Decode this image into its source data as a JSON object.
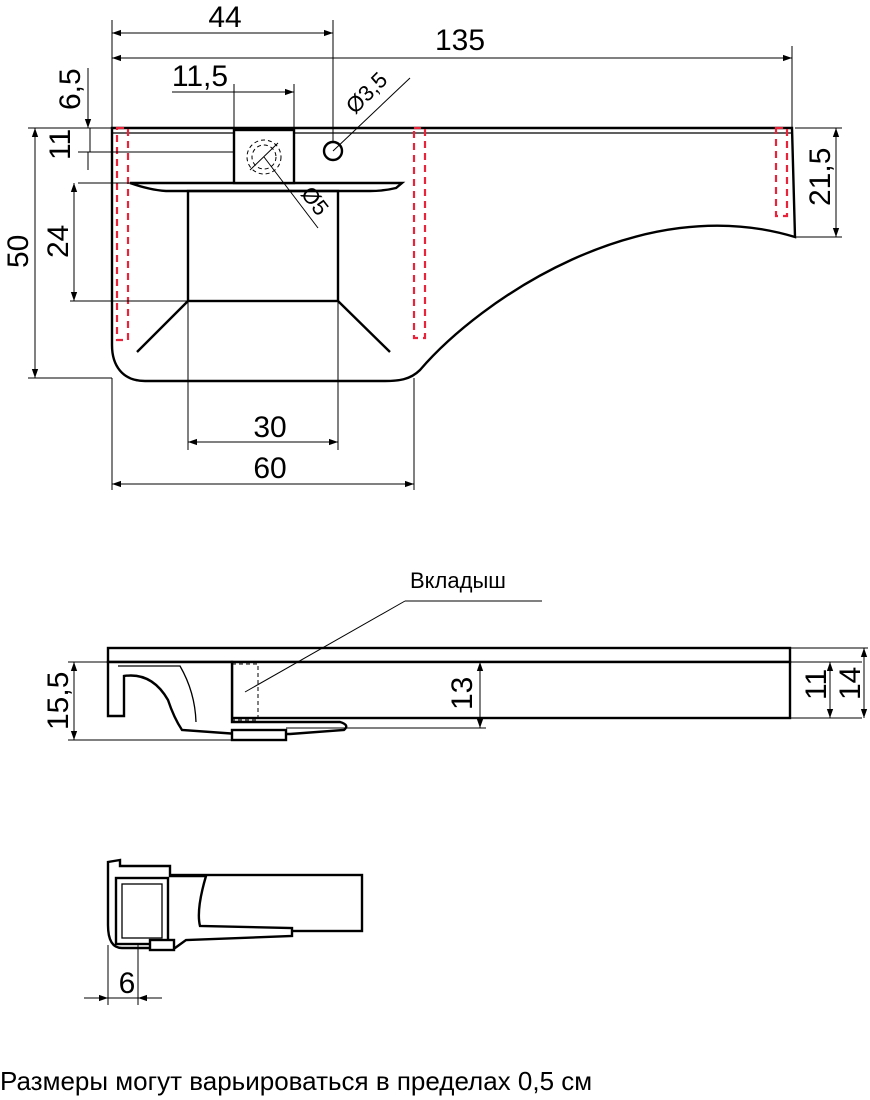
{
  "top_view": {
    "dims": {
      "d44": "44",
      "d135": "135",
      "d6_5": "6,5",
      "d11_5": "11,5",
      "d3_5": "Ø3,5",
      "d5": "Ø5",
      "d11": "11",
      "d50": "50",
      "d24": "24",
      "d21_5": "21,5",
      "d30": "30",
      "d60": "60"
    }
  },
  "side_view": {
    "insert_label": "Вкладыш",
    "dims": {
      "d15_5": "15,5",
      "d13": "13",
      "d11": "11",
      "d14": "14"
    }
  },
  "end_view": {
    "dims": {
      "d6": "6"
    }
  },
  "footer": {
    "note": "Размеры могут варьироваться в пределах 0,5 см"
  }
}
